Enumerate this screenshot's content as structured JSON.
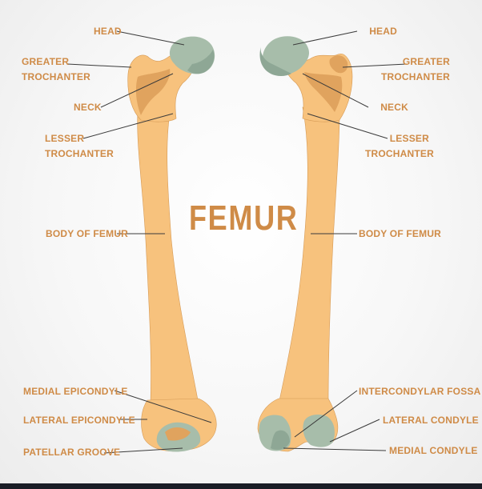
{
  "colors": {
    "bone": "#f7c27d",
    "bone_shadow": "#e0a35e",
    "bone_outline": "#d69a55",
    "cartilage": "#a7bdaa",
    "cartilage_shadow": "#8ea795",
    "label": "#cf8b47",
    "leader": "#3b3b3b",
    "title": "#cf8b47"
  },
  "title": "FEMUR",
  "labels_left": [
    {
      "id": "head",
      "lines": [
        "HEAD"
      ]
    },
    {
      "id": "greater-trochanter",
      "lines": [
        "GREATER",
        "TROCHANTER"
      ]
    },
    {
      "id": "neck",
      "lines": [
        "NECK"
      ]
    },
    {
      "id": "lesser-trochanter",
      "lines": [
        "LESSER",
        "TROCHANTER"
      ]
    },
    {
      "id": "body-of-femur",
      "lines": [
        "BODY OF FEMUR"
      ]
    },
    {
      "id": "medial-epicondyle",
      "lines": [
        "MEDIAL EPICONDYLE"
      ]
    },
    {
      "id": "lateral-epicondyle",
      "lines": [
        "LATERAL EPICONDYLE"
      ]
    },
    {
      "id": "patellar-groove",
      "lines": [
        "PATELLAR GROOVE"
      ]
    }
  ],
  "labels_right": [
    {
      "id": "head",
      "lines": [
        "HEAD"
      ]
    },
    {
      "id": "greater-trochanter",
      "lines": [
        "GREATER",
        "TROCHANTER"
      ]
    },
    {
      "id": "neck",
      "lines": [
        "NECK"
      ]
    },
    {
      "id": "lesser-trochanter",
      "lines": [
        "LESSER",
        "TROCHANTER"
      ]
    },
    {
      "id": "body-of-femur",
      "lines": [
        "BODY OF FEMUR"
      ]
    },
    {
      "id": "intercondylar-fossa",
      "lines": [
        "INTERCONDYLAR FOSSA"
      ]
    },
    {
      "id": "lateral-condyle",
      "lines": [
        "LATERAL CONDYLE"
      ]
    },
    {
      "id": "medial-condyle",
      "lines": [
        "MEDIAL CONDYLE"
      ]
    }
  ]
}
